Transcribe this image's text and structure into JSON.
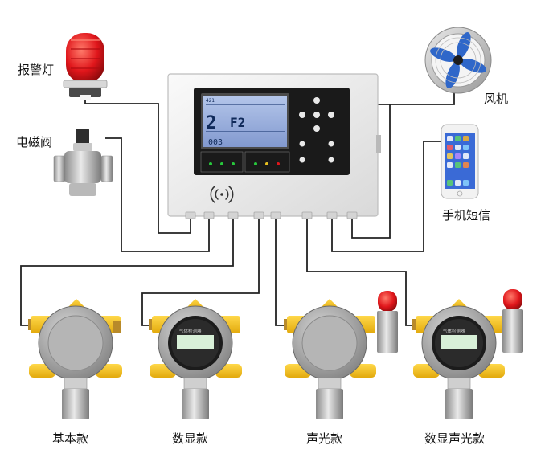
{
  "labels": {
    "alarm_lamp": "报警灯",
    "solenoid_valve": "电磁阀",
    "fan": "风机",
    "phone_sms": "手机短信",
    "basic": "基本款",
    "digital": "数显款",
    "sound_light": "声光款",
    "digital_sound_light": "数显声光款"
  },
  "panel": {
    "big_digit": "2",
    "code": "F2",
    "bottom_digits": "003",
    "header": "421",
    "detector_screen_text": "气体检测器"
  },
  "colors": {
    "detector_yellow": "#f2c21b",
    "housing_gray": "#9a9a9a",
    "lcd_blue": "#8fa8d8",
    "panel_black": "#1a1a1a",
    "beacon_red": "#e0161b"
  }
}
